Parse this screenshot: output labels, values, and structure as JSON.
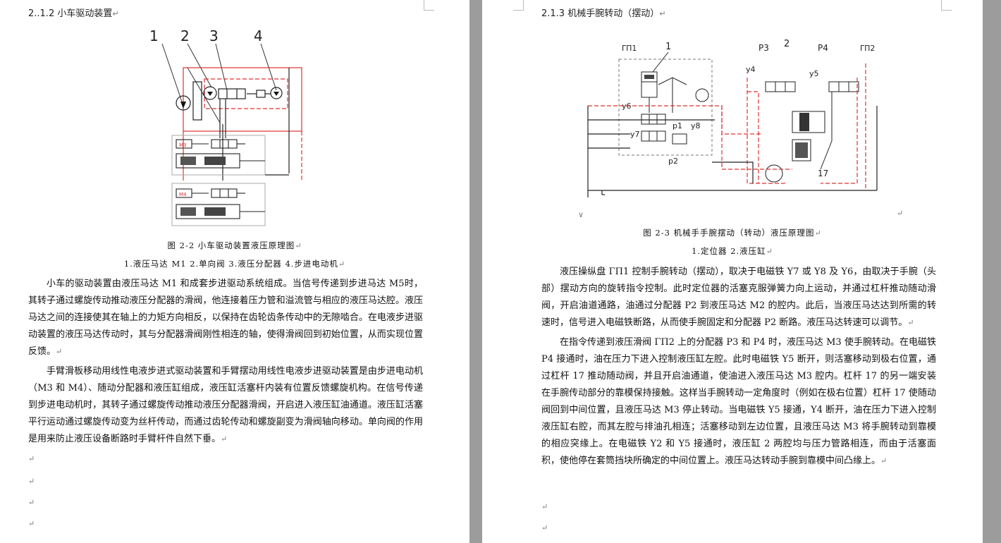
{
  "para_mark": "↵",
  "left": {
    "heading": "2..1.2 小车驱动装置",
    "figure": {
      "labels": [
        "1",
        "2",
        "3",
        "4"
      ],
      "motor_labels": [
        "M3",
        "M4"
      ],
      "caption": "图 2-2 小车驱动装置液压原理图",
      "legend": "1.液压马达 M1 2.单向阀 3.液压分配器 4.步进电动机"
    },
    "paragraphs": [
      "小车的驱动装置由液压马达 M1 和成套步进驱动系统组成。当信号传递到步进马达 M5时，其转子通过螺旋传动推动液压分配器的滑阀，他连接着压力管和溢流管与相应的液压马达腔。液压马达之间的连接使其在轴上的力矩方向相反，以保持在齿轮齿条传动中的无隙啮合。在电液步进驱动装置的液压马达传动时，其与分配器滑阀刚性相连的轴，使得滑阀回到初始位置，从而实现位置反馈。",
      "手臂滑板移动用线性电液步进式驱动装置和手臂摆动用线性电液步进驱动装置是由步进电动机（M3 和 M4）、随动分配器和液压缸组成，液压缸活塞杆内装有位置反馈螺旋机构。在信号传递到步进电动机时，其转子通过螺旋传动推动液压分配器滑阀，开启进入液压缸油通道。液压缸活塞平行运动通过螺旋传动变为丝杆传动，而通过齿轮传动和螺旋副变为滑阀轴向移动。单向阀的作用是用来防止液压设备断路时手臂杆件自然下垂。"
    ]
  },
  "right": {
    "heading": "2.1.3 机械手腕转动（摆动）",
    "figure": {
      "labels": {
        "gp1": "ΓΠ1",
        "gp2": "ΓΠ2",
        "n1": "1",
        "n2": "2",
        "n17": "17",
        "p1": "p1",
        "p2": "p2",
        "P3": "P3",
        "P4": "P4",
        "y4": "y4",
        "y5": "y5",
        "y6": "y6",
        "y7": "y7",
        "y8": "y8"
      },
      "caption": "图 2-3 机械手手腕摆动（转动）液压原理图",
      "legend": "1.定位器      2.液压缸"
    },
    "paragraphs": [
      "液压操纵盘 ΓΠ1 控制手腕转动（摆动），取决于电磁铁 Y7 或 Y8 及 Y6，由取决于手腕（头部）摆动方向的旋转指令控制。此时定位器的活塞克服弹簧力向上运动，并通过杠杆推动随动滑阀，开启油道通路，油通过分配器 P2 到液压马达 M2 的腔内。此后，当液压马达达到所需的转速时，信号进入电磁铁断路，从而使手腕固定和分配器 P2 断路。液压马达转速可以调节。",
      "在指令传递到液压滑阀 ΓΠ2 上的分配器 P3 和 P4 时，液压马达 M3 使手腕转动。在电磁铁 P4 接通时，油在压力下进入控制液压缸左腔。此时电磁铁 Y5 断开，则活塞移动到极右位置，通过杠杆 17 推动随动阀，并且开启油通道，使油进入液压马达 M3 腔内。杠杆 17 的另一端安装在手腕传动部分的靠模保持接触。这样当手腕转动一定角度时（例如在极右位置）杠杆 17 使随动阀回到中间位置，且液压马达 M3 停止转动。当电磁铁 Y5 接通，Y4 断开，油在压力下进入控制液压缸右腔，而其左腔与排油孔相连；活塞移动到左边位置，且液压马达 M3 将手腕转动到靠模的相应突缘上。在电磁铁 Y2 和 Y5 接通时，液压缸 2 两腔均与压力管路相连，而由于活塞面积，使他停在套筒挡块所确定的中间位置上。液压马达转动手腕到靠模中间凸缘上。"
    ]
  }
}
